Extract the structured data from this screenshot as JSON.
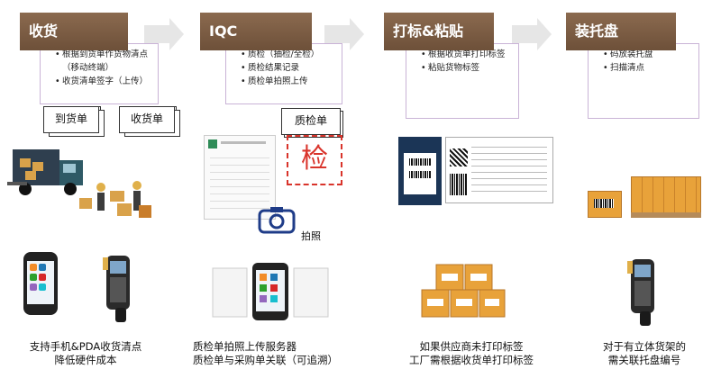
{
  "stages": [
    {
      "title": "收货",
      "bullets": [
        "根据到货单作货物清点（移动终端）",
        "收货清单签字（上传）"
      ]
    },
    {
      "title": "IQC",
      "bullets": [
        "质检（抽检/全检）",
        "质检结果记录",
        "质检单拍照上传"
      ]
    },
    {
      "title": "打标&粘贴",
      "bullets": [
        "根据收货单打印标签",
        "粘贴货物标签"
      ]
    },
    {
      "title": "装托盘",
      "bullets": [
        "码放装托盘",
        "扫描清点"
      ]
    }
  ],
  "docs": {
    "arrival": "到货单",
    "receipt": "收货单",
    "qc": "质检单",
    "qc_stamp": "检",
    "photo": "拍照"
  },
  "captions": [
    [
      "支持手机&PDA收货清点",
      "降低硬件成本"
    ],
    [
      "质检单拍照上传服务器",
      "质检单与采购单关联（可追溯）"
    ],
    [
      "如果供应商未打印标签",
      "工厂需根据收货单打印标签"
    ],
    [
      "对于有立体货架的",
      "需关联托盘编号"
    ]
  ],
  "colors": {
    "header": "#7a5c43",
    "box_border": "#c9b3d6",
    "stamp": "#d9342b"
  }
}
